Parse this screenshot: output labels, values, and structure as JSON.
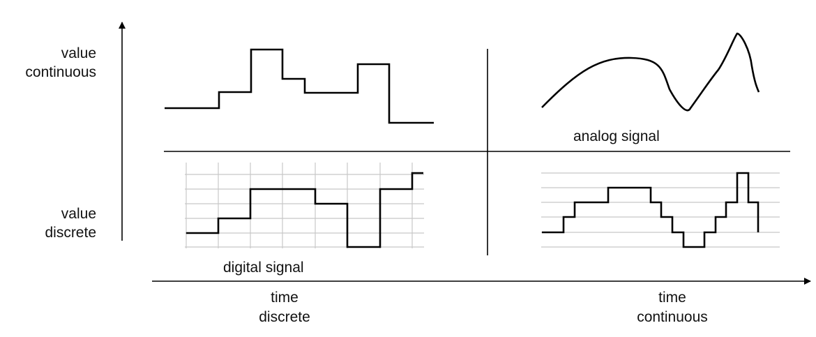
{
  "labels": {
    "y_top_line1": "value",
    "y_top_line2": "continuous",
    "y_bottom_line1": "value",
    "y_bottom_line2": "discrete",
    "x_left_line1": "time",
    "x_left_line2": "discrete",
    "x_right_line1": "time",
    "x_right_line2": "continuous",
    "analog_caption": "analog signal",
    "digital_caption": "digital signal"
  },
  "colors": {
    "signal": "#000000",
    "grid": "#c8c8c8",
    "axis": "#000000",
    "text": "#111111"
  }
}
